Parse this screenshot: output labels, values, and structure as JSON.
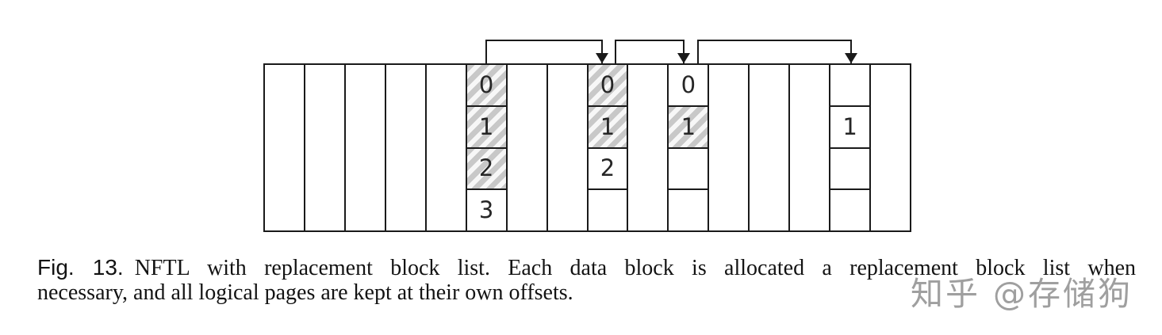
{
  "caption": {
    "fig_label": "Fig. 13.",
    "line1_rest": "NFTL with replacement block list. Each data block is allocated a replacement block list when",
    "line2": "necessary, and all logical pages are kept at their own offsets."
  },
  "watermark": {
    "text": "知乎 @存储狗"
  },
  "diagram": {
    "description": "Array of 16 flash blocks; one data block chained by arrows to three replacement blocks; hatched cells are obsolete pages, logical pages kept at their own offsets",
    "block_count": 16,
    "pages_per_block": 4,
    "data_block": {
      "column": 6,
      "pages": [
        {
          "label": "0",
          "hatched": true
        },
        {
          "label": "1",
          "hatched": true
        },
        {
          "label": "2",
          "hatched": true
        },
        {
          "label": "3",
          "hatched": false
        }
      ]
    },
    "replacement_blocks": [
      {
        "column": 9,
        "pages": [
          {
            "label": "0",
            "hatched": true
          },
          {
            "label": "1",
            "hatched": true
          },
          {
            "label": "2",
            "hatched": false
          },
          {
            "label": "",
            "hatched": false
          }
        ]
      },
      {
        "column": 11,
        "pages": [
          {
            "label": "0",
            "hatched": false
          },
          {
            "label": "1",
            "hatched": true
          },
          {
            "label": "",
            "hatched": false
          },
          {
            "label": "",
            "hatched": false
          }
        ]
      },
      {
        "column": 15,
        "pages": [
          {
            "label": "",
            "hatched": false
          },
          {
            "label": "1",
            "hatched": false
          },
          {
            "label": "",
            "hatched": false
          },
          {
            "label": "",
            "hatched": false
          }
        ]
      }
    ],
    "arrows": [
      {
        "from_column": 6,
        "to_column": 9
      },
      {
        "from_column": 9,
        "to_column": 11
      },
      {
        "from_column": 11,
        "to_column": 15
      }
    ],
    "colors": {
      "line": "#1a1a1a",
      "hatch": "#c8c8c8",
      "background": "#ffffff",
      "watermark": "#9f9f9f"
    }
  }
}
